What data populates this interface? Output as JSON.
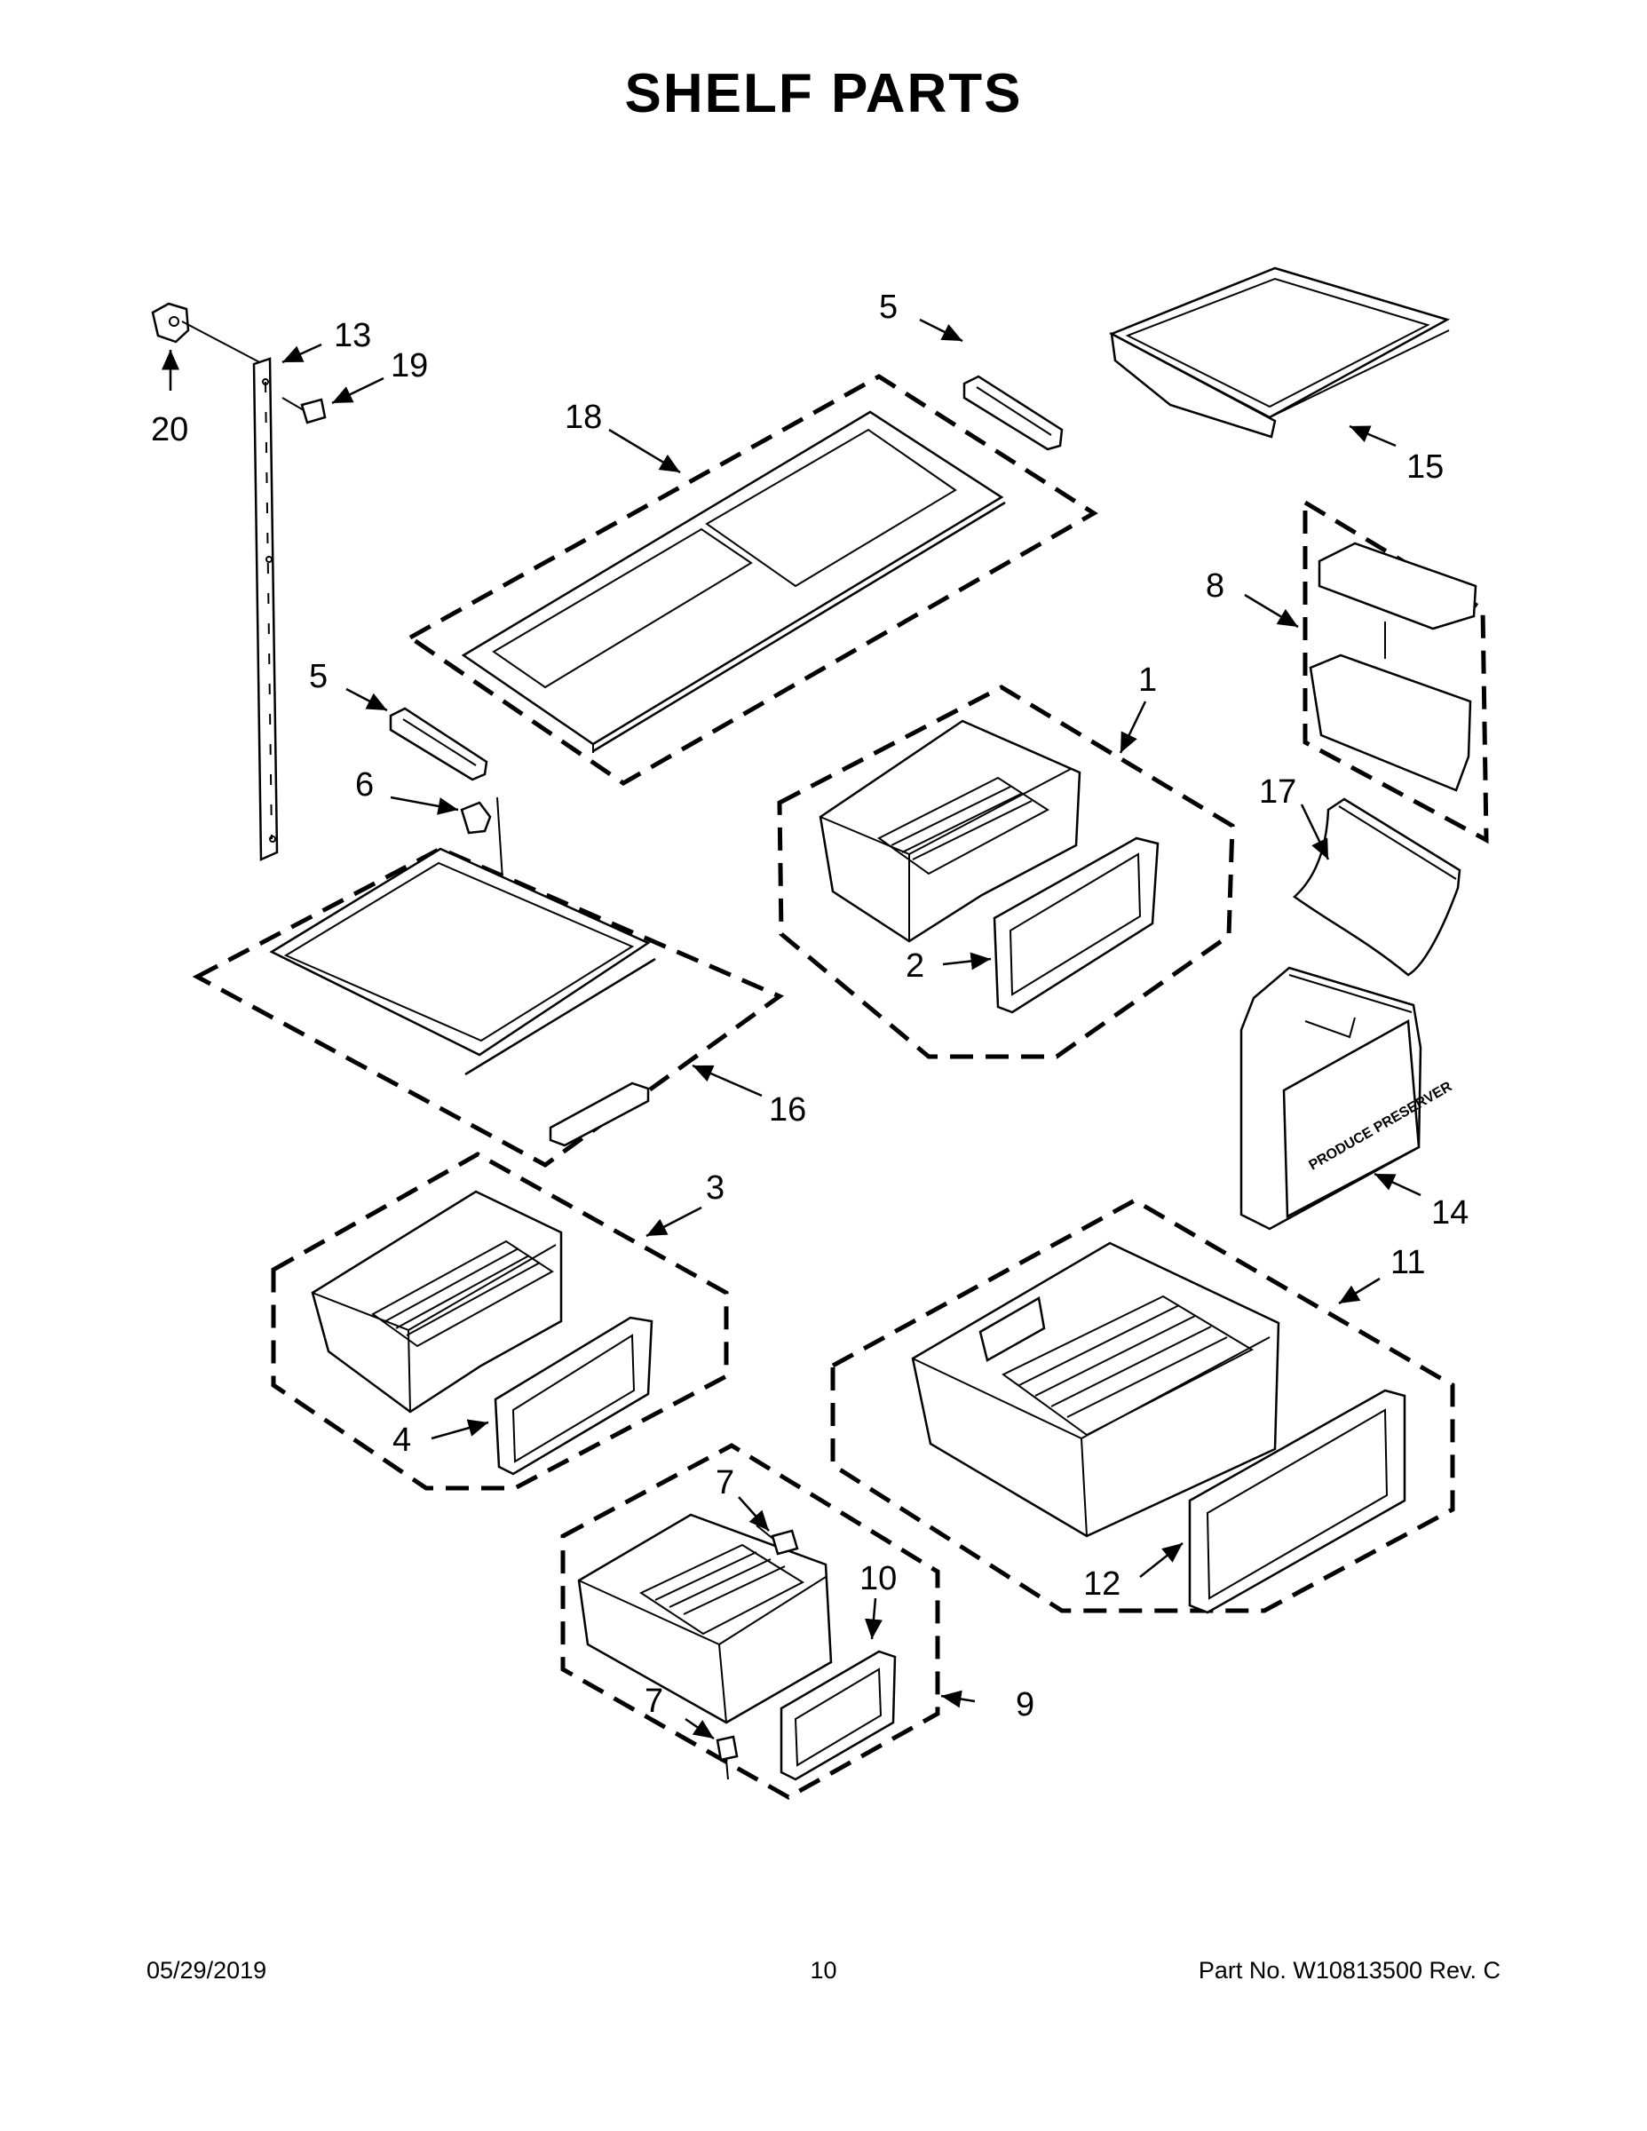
{
  "title": "SHELF PARTS",
  "callouts": {
    "c1": "1",
    "c2": "2",
    "c3": "3",
    "c4": "4",
    "c5a": "5",
    "c5b": "5",
    "c6": "6",
    "c7a": "7",
    "c7b": "7",
    "c8": "8",
    "c9": "9",
    "c10": "10",
    "c11": "11",
    "c12": "12",
    "c13": "13",
    "c14": "14",
    "c15": "15",
    "c16": "16",
    "c17": "17",
    "c18": "18",
    "c19": "19",
    "c20": "20"
  },
  "labels": {
    "produce_preserver": "PRODUCE PRESERVER"
  },
  "footer": {
    "date": "05/29/2019",
    "page": "10",
    "part_no": "Part No.  W10813500  Rev.  C"
  }
}
